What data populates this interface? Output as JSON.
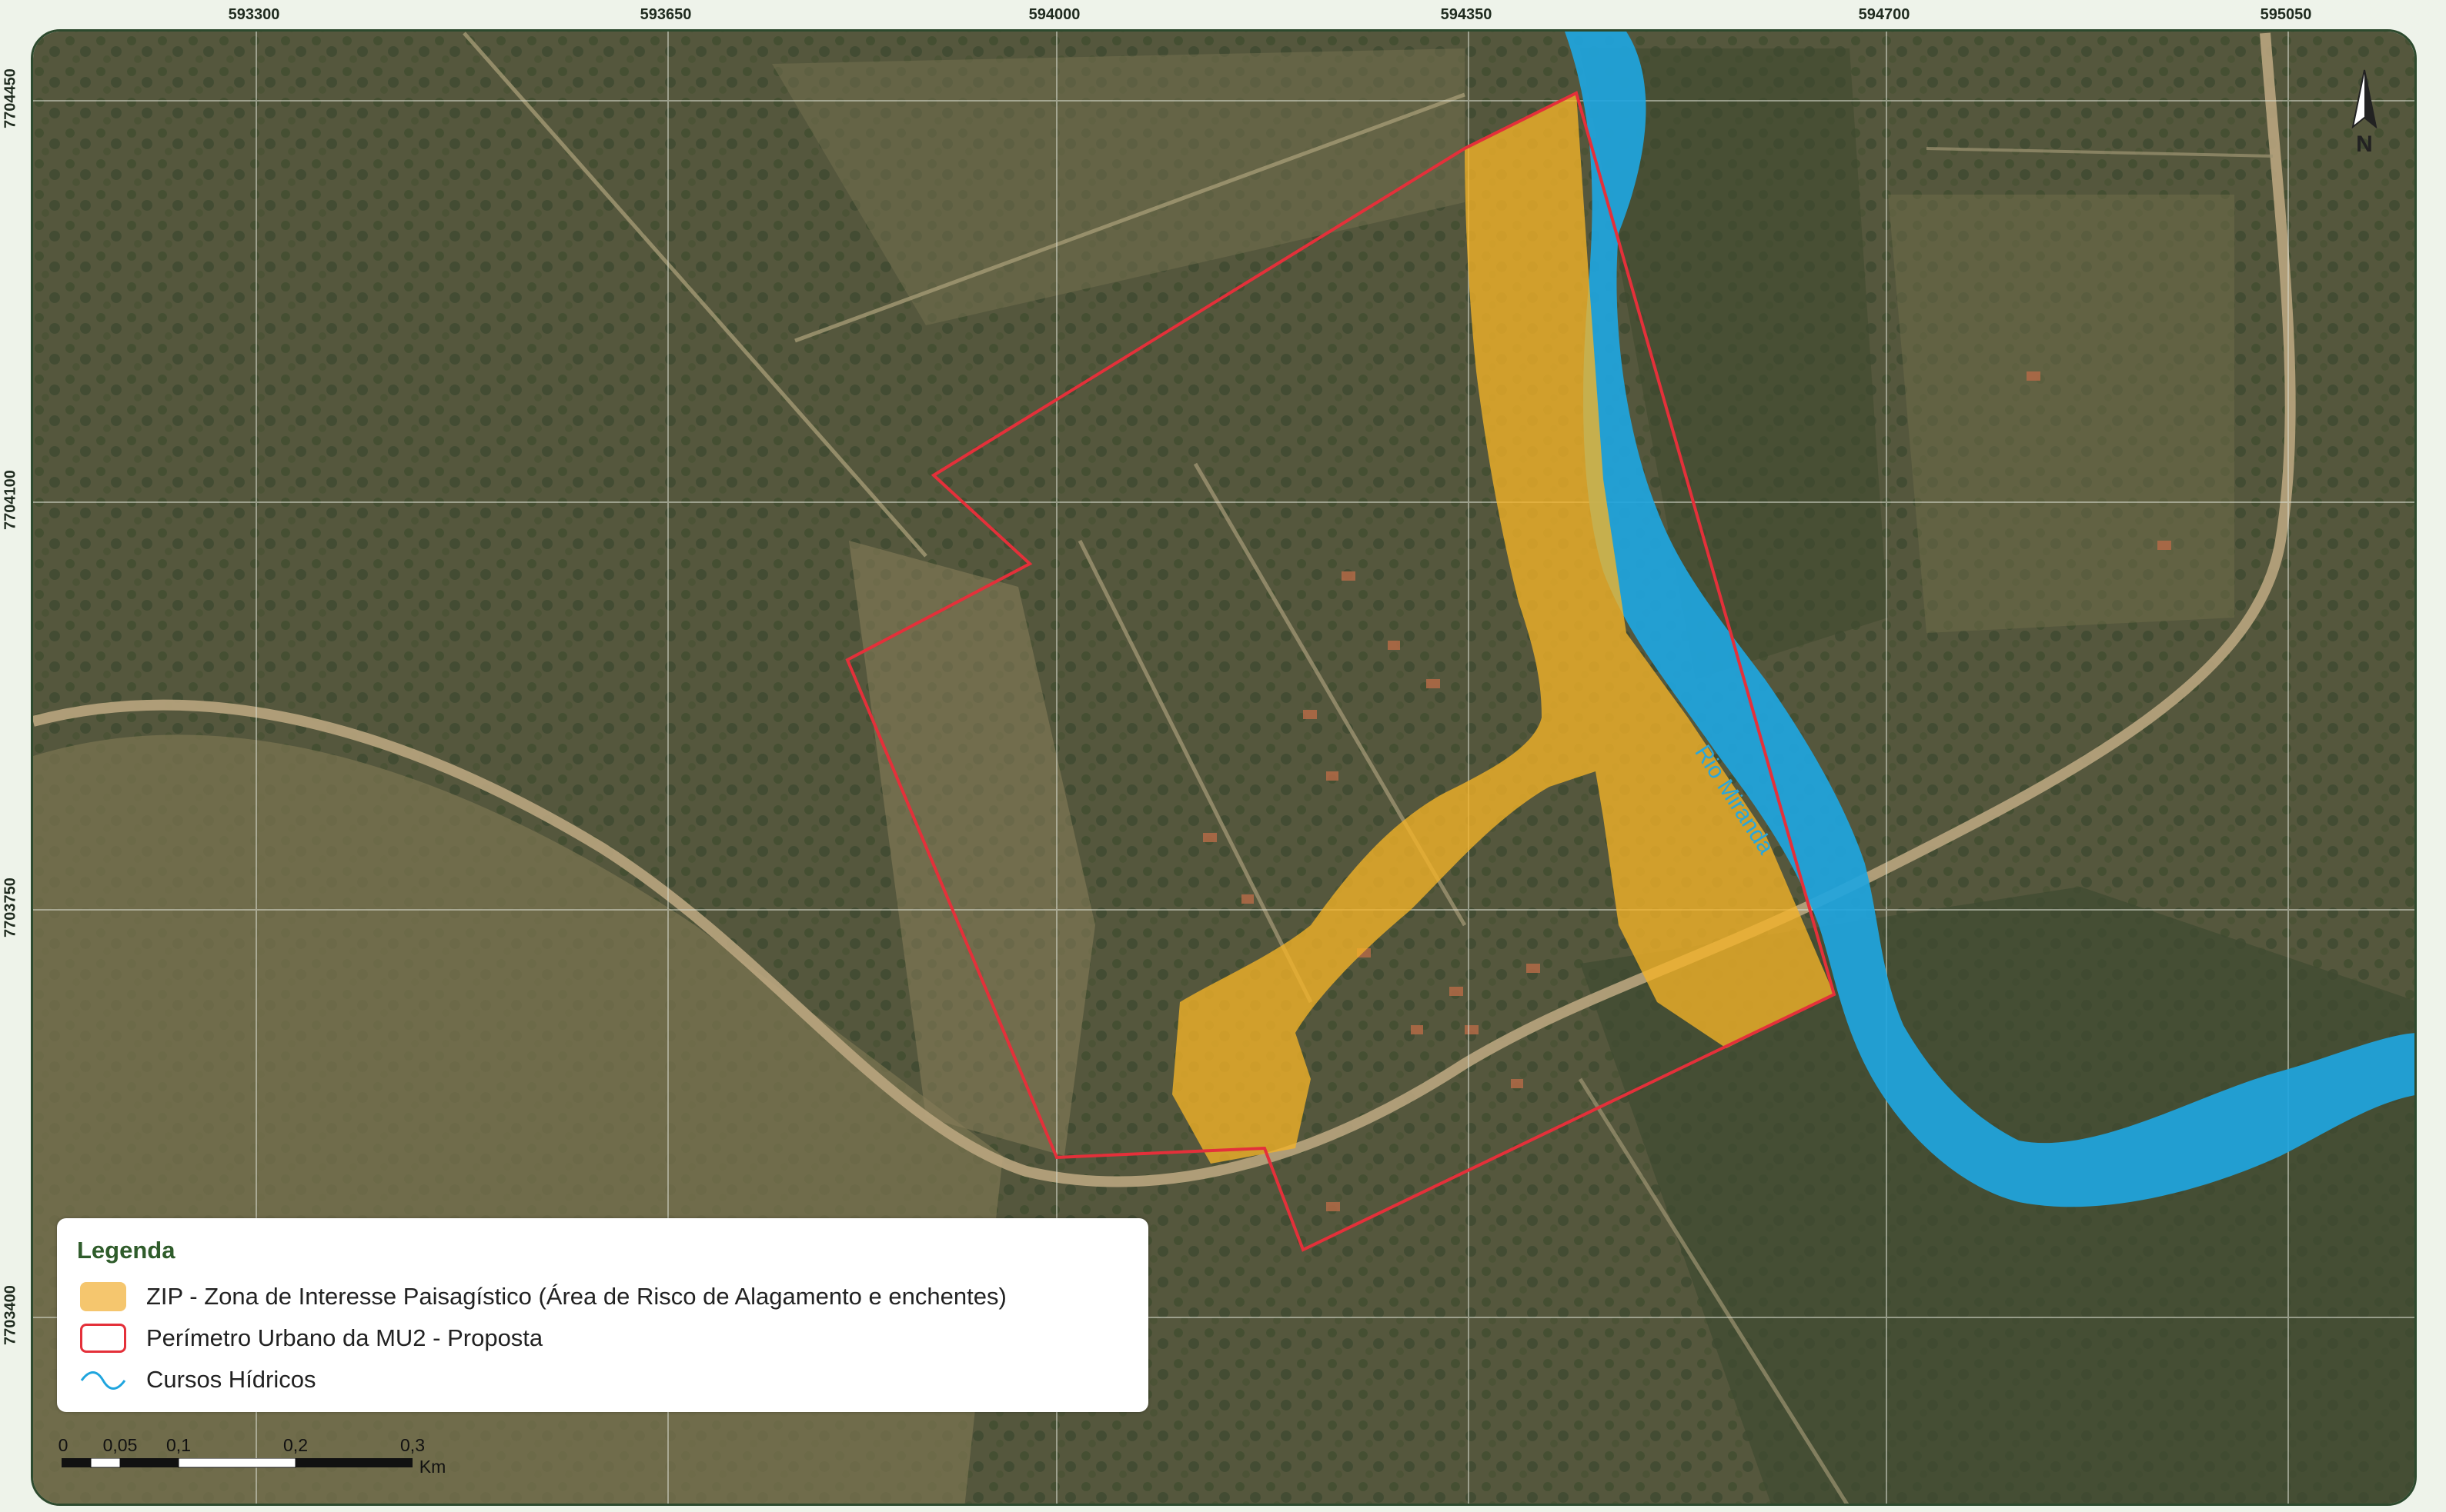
{
  "map": {
    "grid_labels_x": [
      "593300",
      "593650",
      "594000",
      "594350",
      "594700",
      "595050"
    ],
    "grid_labels_y": [
      "7704450",
      "7704100",
      "7703750",
      "7703400"
    ],
    "north_arrow_label": "N",
    "river_label": "Rio Miranda",
    "colors": {
      "zip_fill": "#f5c66e",
      "perimeter": "#e4303a",
      "river": "#1fa5de",
      "frame": "#2d4a2e"
    }
  },
  "legend": {
    "title": "Legenda",
    "items": [
      {
        "label": "ZIP -  Zona de Interesse Paisagístico (Área de Risco de Alagamento e enchentes)",
        "symbol": "fill"
      },
      {
        "label": "Perímetro Urbano da MU2 - Proposta",
        "symbol": "outline"
      },
      {
        "label": "Cursos Hídricos",
        "symbol": "line"
      }
    ]
  },
  "scale": {
    "labels": [
      "0",
      "0,05",
      "0,1",
      "0,2",
      "0,3"
    ],
    "unit": "Km"
  }
}
